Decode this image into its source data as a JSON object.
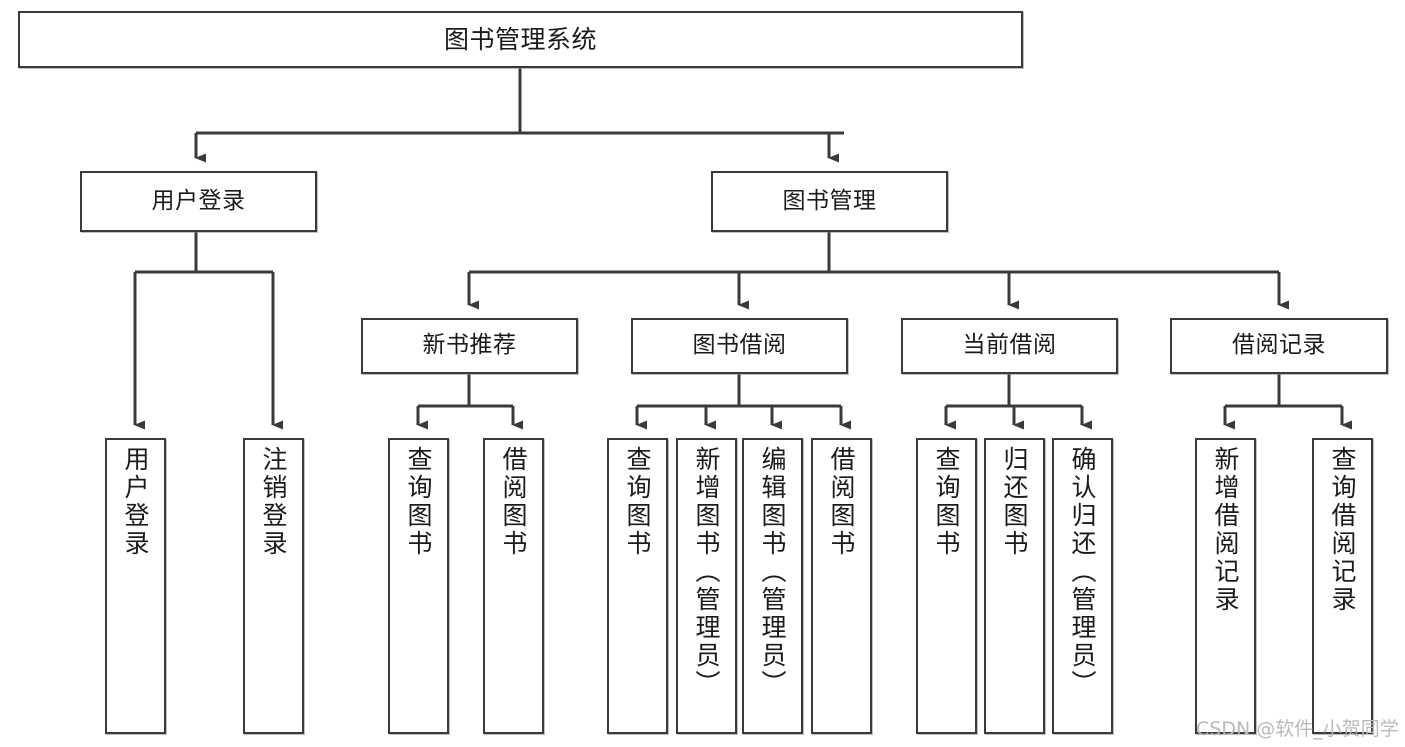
{
  "diagram": {
    "title": "图书管理系统",
    "type": "tree-hierarchy",
    "watermark": "CSDN @软件_小贺同学",
    "nodes": {
      "root": {
        "label": "图书管理系统"
      },
      "level1": [
        {
          "id": "user-login",
          "label": "用户登录"
        },
        {
          "id": "book-management",
          "label": "图书管理"
        }
      ],
      "level2": [
        {
          "id": "new-book-recommend",
          "label": "新书推荐"
        },
        {
          "id": "book-borrow",
          "label": "图书借阅"
        },
        {
          "id": "current-borrow",
          "label": "当前借阅"
        },
        {
          "id": "borrow-record",
          "label": "借阅记录"
        }
      ],
      "leaves": {
        "user-login": [
          {
            "id": "leaf-user-login",
            "label": "用户登录"
          },
          {
            "id": "leaf-logout-login",
            "label": "注销登录"
          }
        ],
        "new-book-recommend": [
          {
            "id": "leaf-query-book-1",
            "label": "查询图书"
          },
          {
            "id": "leaf-borrow-book-1",
            "label": "借阅图书"
          }
        ],
        "book-borrow": [
          {
            "id": "leaf-query-book-2",
            "label": "查询图书"
          },
          {
            "id": "leaf-add-book",
            "label": "新增图书（管理员）"
          },
          {
            "id": "leaf-edit-book",
            "label": "编辑图书（管理员）"
          },
          {
            "id": "leaf-borrow-book-2",
            "label": "借阅图书"
          }
        ],
        "current-borrow": [
          {
            "id": "leaf-query-book-3",
            "label": "查询图书"
          },
          {
            "id": "leaf-return-book",
            "label": "归还图书"
          },
          {
            "id": "leaf-confirm-return",
            "label": "确认归还（管理员）"
          }
        ],
        "borrow-record": [
          {
            "id": "leaf-add-record",
            "label": "新增借阅记录"
          },
          {
            "id": "leaf-query-record",
            "label": "查询借阅记录"
          }
        ]
      }
    },
    "colors": {
      "stroke": "#3a3a3a",
      "fill": "#ffffff",
      "text": "#1b1b1b",
      "watermark": "#b9b9b9"
    }
  }
}
